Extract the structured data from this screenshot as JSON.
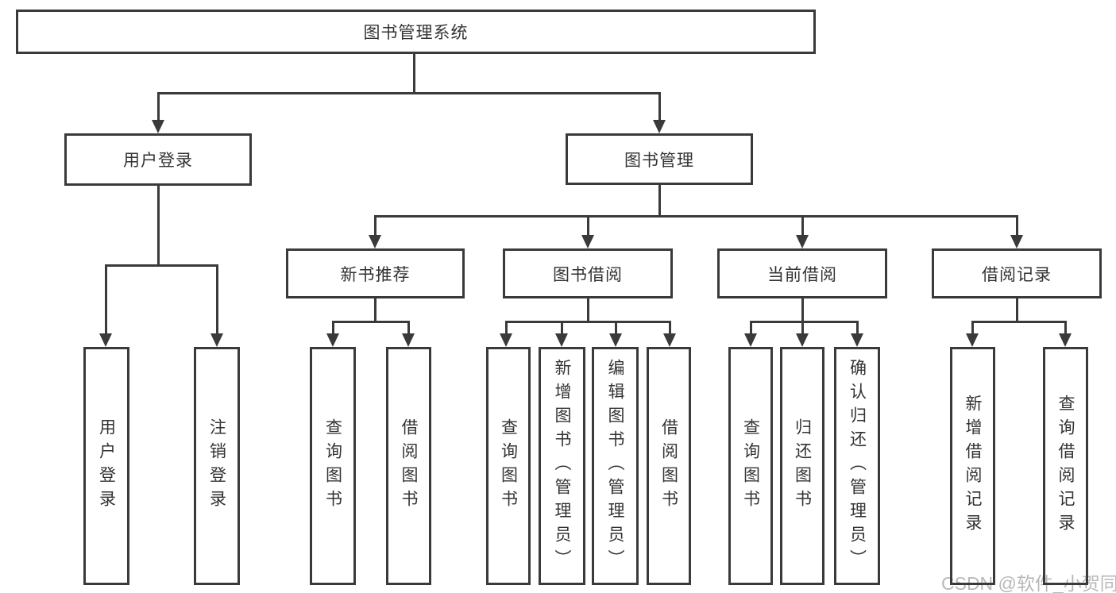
{
  "diagram": {
    "root": {
      "label": "图书管理系统"
    },
    "branches": [
      {
        "label": "用户登录",
        "leaves": [
          {
            "label": "用户登录"
          },
          {
            "label": "注销登录"
          }
        ]
      },
      {
        "label": "图书管理",
        "groups": [
          {
            "label": "新书推荐",
            "leaves": [
              {
                "label": "查询图书"
              },
              {
                "label": "借阅图书"
              }
            ]
          },
          {
            "label": "图书借阅",
            "leaves": [
              {
                "label": "查询图书"
              },
              {
                "label": "新增图书（管理员）"
              },
              {
                "label": "编辑图书（管理员）"
              },
              {
                "label": "借阅图书"
              }
            ]
          },
          {
            "label": "当前借阅",
            "leaves": [
              {
                "label": "查询图书"
              },
              {
                "label": "归还图书"
              },
              {
                "label": "确认归还（管理员）"
              }
            ]
          },
          {
            "label": "借阅记录",
            "leaves": [
              {
                "label": "新增借阅记录"
              },
              {
                "label": "查询借阅记录"
              }
            ]
          }
        ]
      }
    ]
  },
  "watermark": {
    "text": "CSDN @软件_小贺同学",
    "color": "#b8b8b8"
  },
  "colors": {
    "line": "#3a3a3a",
    "text": "#333333",
    "background": "#ffffff"
  }
}
